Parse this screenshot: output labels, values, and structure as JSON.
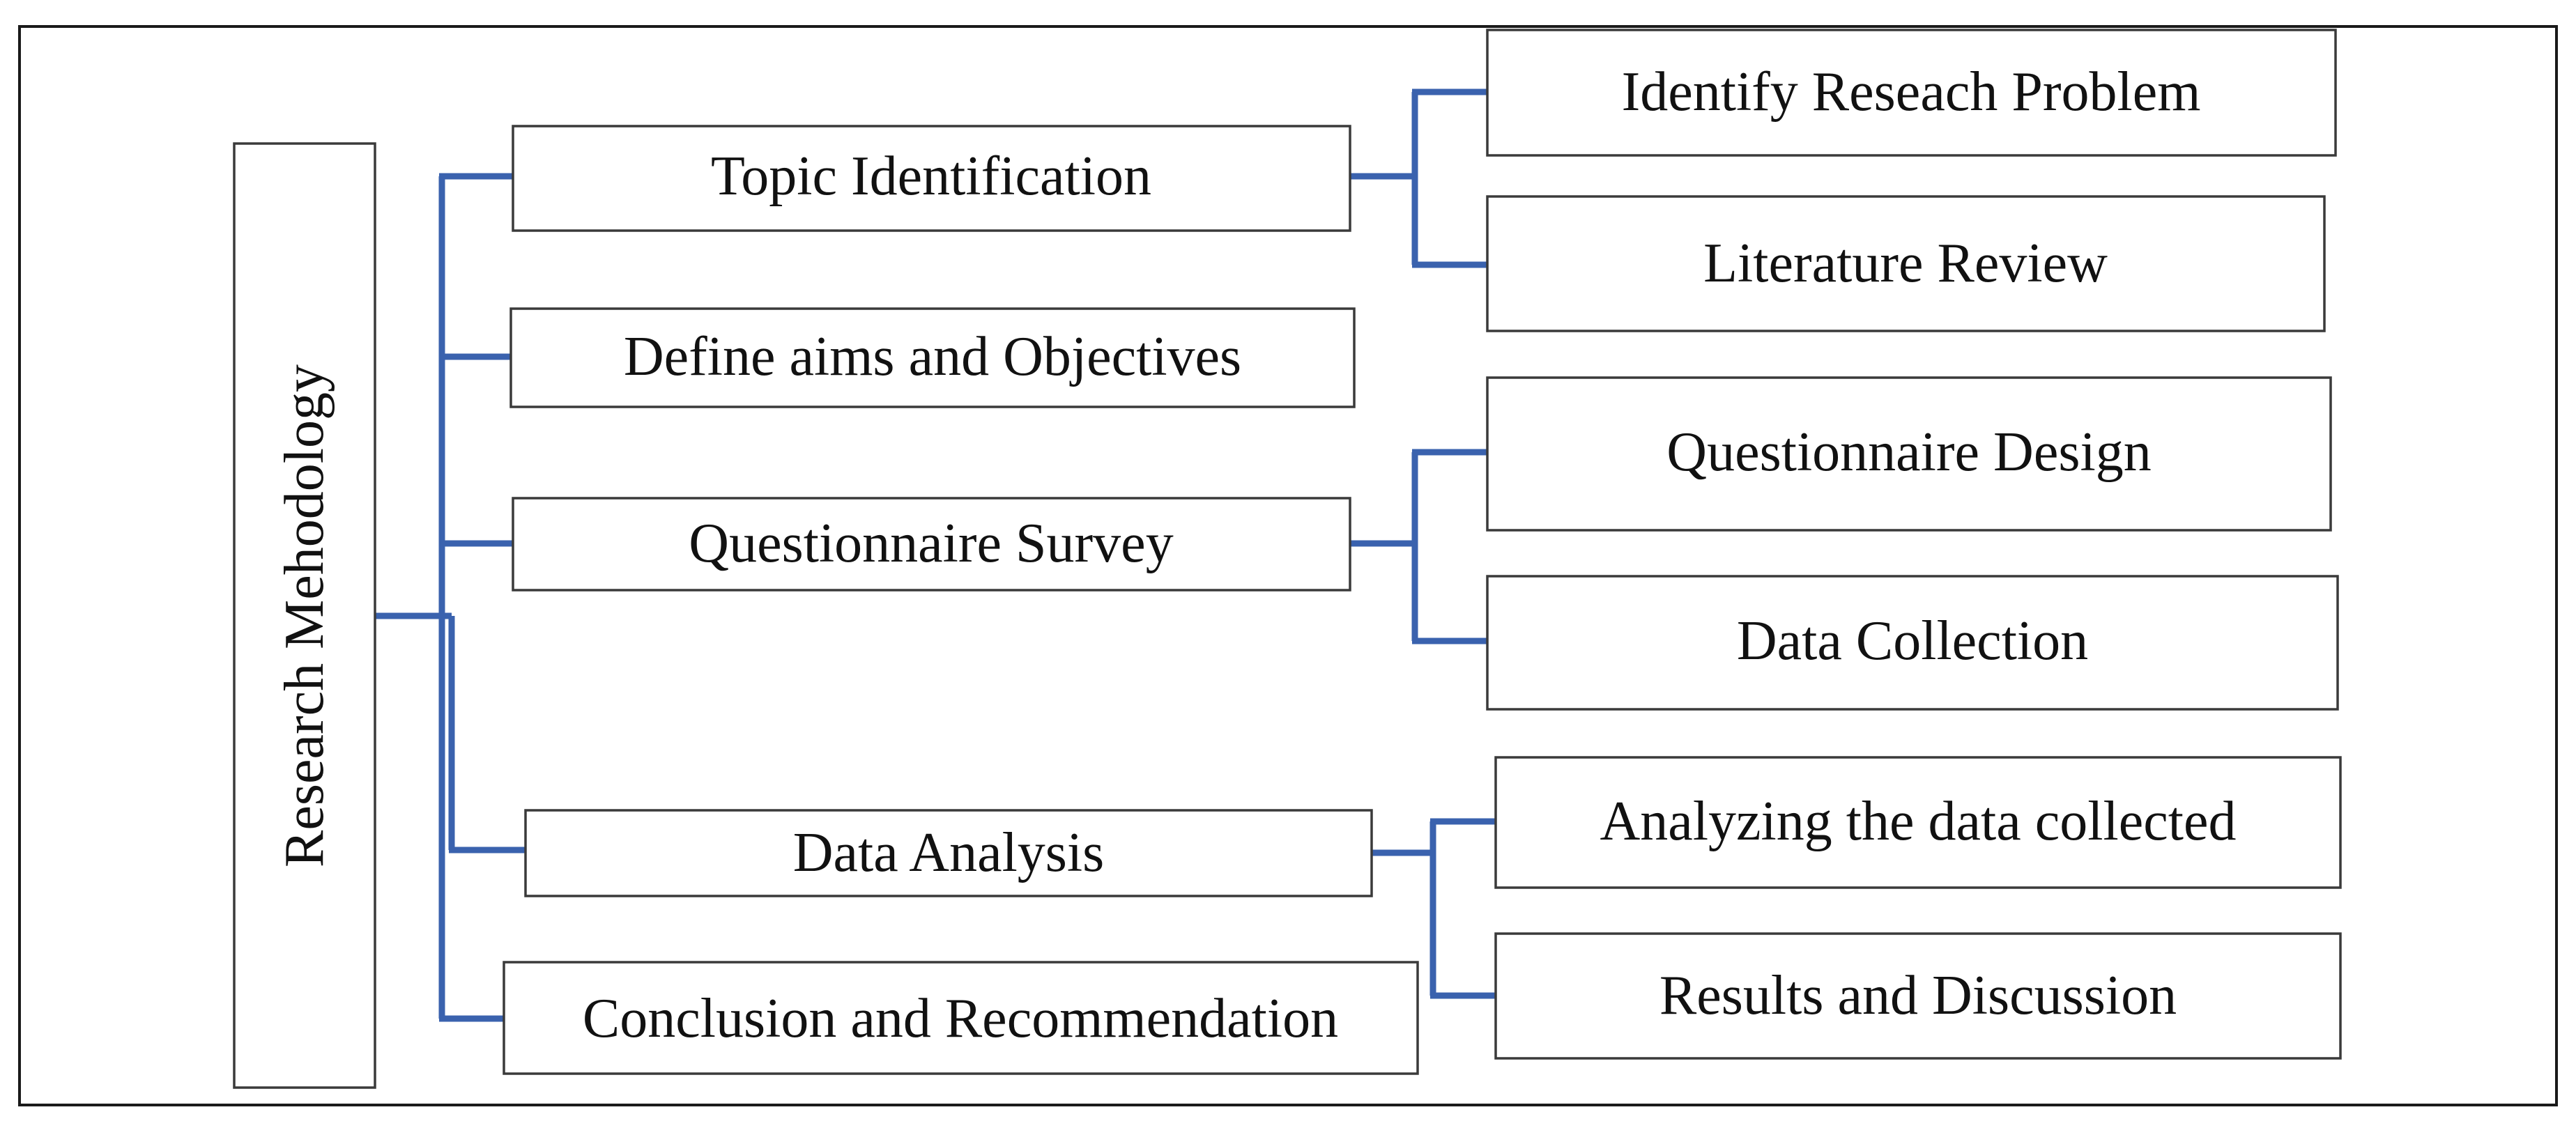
{
  "diagram": {
    "root": "Research Mehodology",
    "stages": [
      {
        "label": "Topic Identification",
        "children": [
          "Identify Reseach Problem",
          "Literature Review"
        ]
      },
      {
        "label": "Define aims and Objectives",
        "children": []
      },
      {
        "label": "Questionnaire Survey",
        "children": [
          "Questionnaire Design",
          "Data Collection"
        ]
      },
      {
        "label": "Data Analysis",
        "children": [
          "Analyzing the data collected",
          "Results and Discussion"
        ]
      },
      {
        "label": "Conclusion and Recommendation",
        "children": []
      }
    ],
    "colors": {
      "connector": "#3a62ae",
      "box_border": "#3a3a3a",
      "frame_border": "#1a1a1a",
      "text": "#111111"
    }
  }
}
